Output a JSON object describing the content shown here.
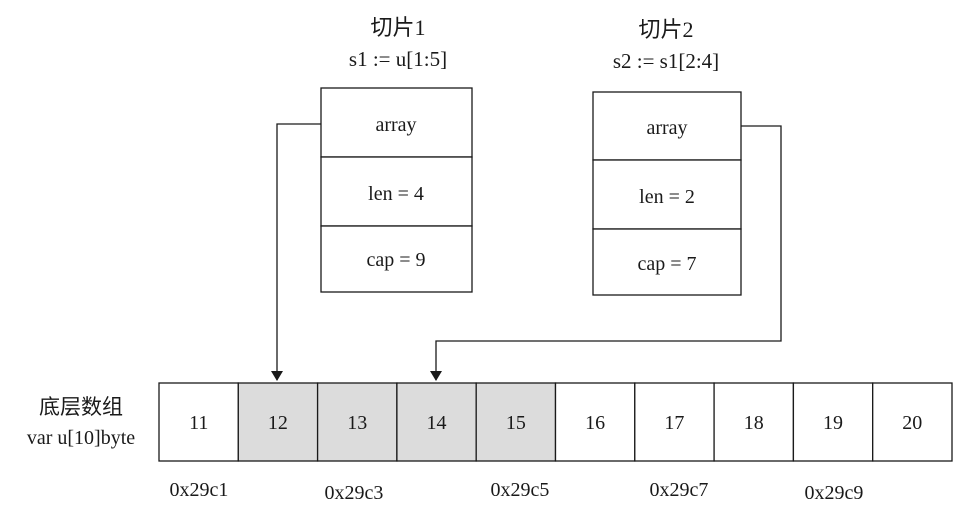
{
  "slice1": {
    "title": "切片1",
    "expr": "s1 := u[1:5]",
    "fields": [
      "array",
      "len = 4",
      "cap = 9"
    ]
  },
  "slice2": {
    "title": "切片2",
    "expr": "s2 := s1[2:4]",
    "fields": [
      "array",
      "len = 2",
      "cap = 7"
    ]
  },
  "array": {
    "label": "底层数组",
    "decl": "var u[10]byte",
    "cells": [
      "11",
      "12",
      "13",
      "14",
      "15",
      "16",
      "17",
      "18",
      "19",
      "20"
    ],
    "highlighted_indices": [
      1,
      2,
      3,
      4
    ],
    "highlight_color": "#dcdcdc"
  },
  "addresses": [
    "0x29c1",
    "0x29c3",
    "0x29c5",
    "0x29c7",
    "0x29c9"
  ]
}
